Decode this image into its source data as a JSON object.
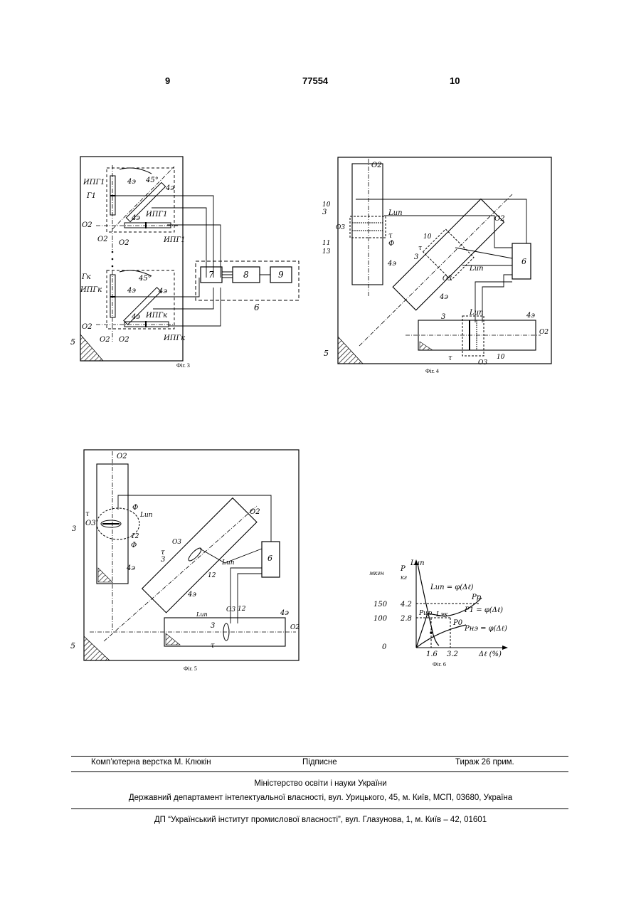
{
  "header": {
    "page_left": "9",
    "patent_number": "77554",
    "page_right": "10"
  },
  "fig3": {
    "caption": "Фіг. 3",
    "labels": {
      "g1": "Г1",
      "gk": "Гк",
      "ipg1_a": "ИПГ1",
      "ipg1_b": "ИПГ1",
      "ipg1_c": "ИПГ1",
      "ipgk_a": "ИПГк",
      "ipgk_b": "ИПГк",
      "ipgk_c": "ИПГк",
      "angle_a": "45°",
      "angle_b": "45°",
      "e4": "4э",
      "o2": "O2",
      "b7": "7",
      "b8": "8",
      "b9": "9",
      "b6": "6",
      "n5": "5"
    }
  },
  "fig4": {
    "caption": "Фіг. 4",
    "labels": {
      "o2": "O2",
      "o3": "O3",
      "n10": "10",
      "n3": "3",
      "n11": "11",
      "n13": "13",
      "lip": "Lип",
      "tau": "τ",
      "phi": "Ф",
      "e4": "4э",
      "b6": "6",
      "n5": "5"
    }
  },
  "fig5": {
    "caption": "Фіг. 5",
    "labels": {
      "o2": "O2",
      "o3": "O3",
      "tau": "τ",
      "phi": "Ф",
      "lip": "Lип",
      "n3": "3",
      "n12": "12",
      "e4": "4э",
      "b6": "6",
      "n5": "5"
    }
  },
  "fig6": {
    "caption": "Фіг. 6",
    "axis_y_top": "Lип",
    "axis_y_unit": "мкгн",
    "axis_y_p": "P",
    "axis_y_p_unit": "кг",
    "axis_x": "Δℓ (%)",
    "y_ticks_left": [
      "150",
      "100",
      "0"
    ],
    "y_ticks_right": [
      "4.2",
      "2.8"
    ],
    "x_ticks": [
      "1.6",
      "3.2"
    ],
    "curve_lip": "Lип = φ(Δℓ)",
    "curve_p1": "P1 = φ(Δℓ)",
    "curve_pnd": "Pнэ = φ(Δℓ)",
    "label_pp": "Pp",
    "label_p0": "P0",
    "label_pc": "Pцр",
    "label_lek": "Lэк"
  },
  "footer": {
    "compiler": "Комп’ютерна верстка М. Клюкін",
    "signed": "Підписне",
    "circulation": "Тираж 26 прим.",
    "ministry": "Міністерство освіти і науки України",
    "department": "Державний департамент інтелектуальної власності, вул. Урицького, 45, м. Київ, МСП, 03680, Україна",
    "institute": "ДП “Український інститут промислової власності”, вул. Глазунова, 1, м. Київ – 42, 01601"
  }
}
